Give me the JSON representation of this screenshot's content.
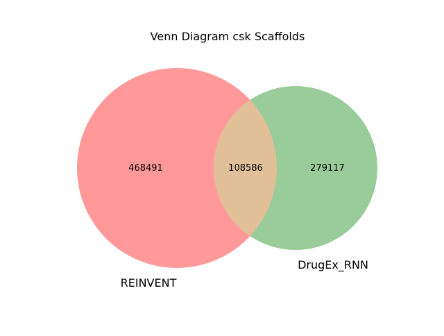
{
  "chart_data": {
    "type": "venn2",
    "title": "Venn Diagram csk Scaffolds",
    "sets": [
      {
        "name": "REINVENT",
        "color": "#ff9999"
      },
      {
        "name": "DrugEx_RNN",
        "color": "#99cc99"
      }
    ],
    "overlap_color": "#e0bf99",
    "regions": {
      "only_a": 468491,
      "both": 108586,
      "only_b": 279117
    }
  }
}
